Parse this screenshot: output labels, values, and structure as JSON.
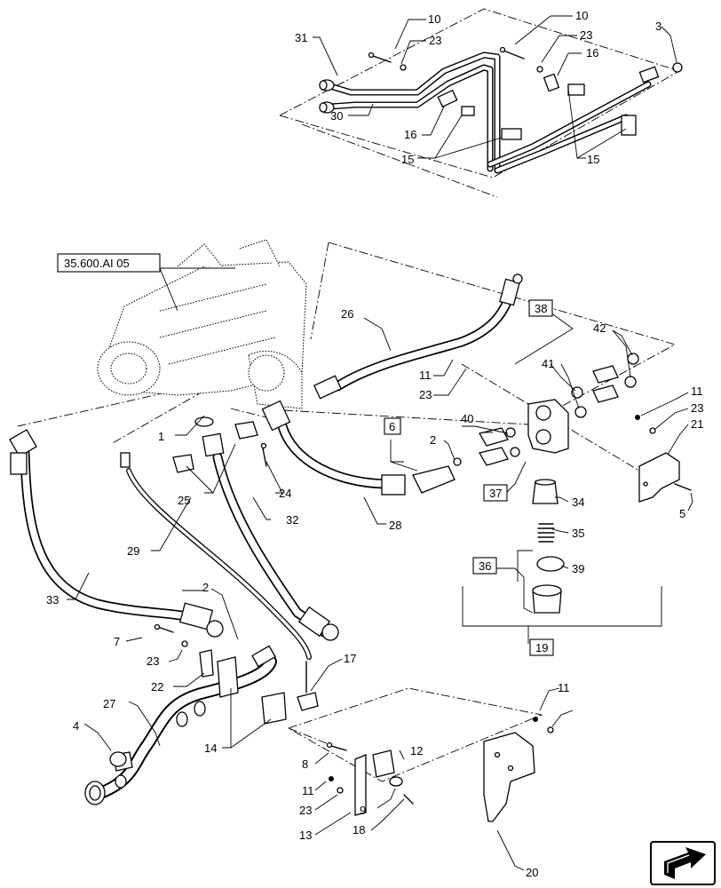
{
  "reference": "35.600.AI 05",
  "callouts": [
    "1",
    "2",
    "2",
    "3",
    "4",
    "5",
    "6",
    "7",
    "8",
    "9",
    "10",
    "10",
    "11",
    "11",
    "11",
    "11",
    "12",
    "13",
    "14",
    "15",
    "15",
    "16",
    "16",
    "17",
    "18",
    "19",
    "20",
    "21",
    "22",
    "23",
    "23",
    "23",
    "23",
    "23",
    "23",
    "24",
    "25",
    "26",
    "27",
    "28",
    "29",
    "30",
    "31",
    "32",
    "33",
    "34",
    "35",
    "36",
    "37",
    "38",
    "39",
    "40",
    "41",
    "42"
  ],
  "boxed": [
    "6",
    "19",
    "36",
    "37",
    "38"
  ],
  "nav_icon": "next-page-arrow-icon",
  "colors": {
    "ink": "#000000",
    "paper": "#ffffff"
  }
}
